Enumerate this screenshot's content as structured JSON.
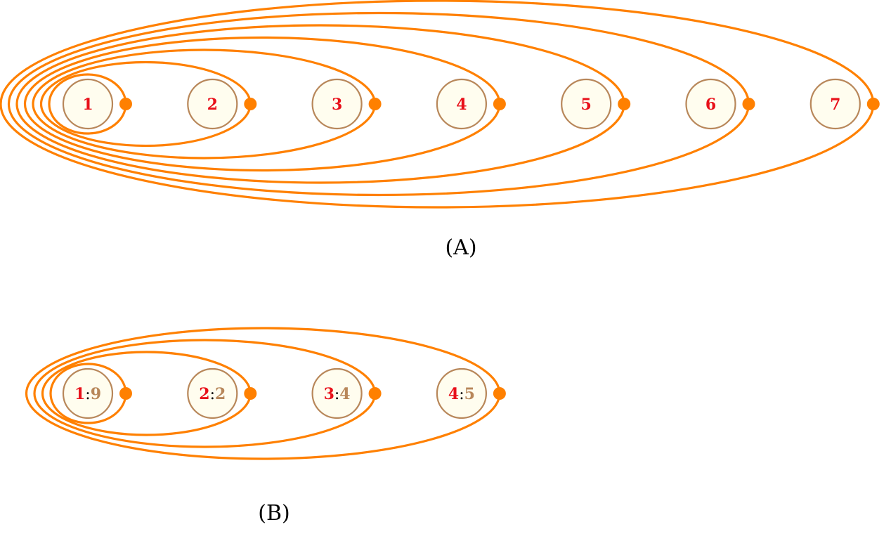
{
  "colors": {
    "loop": "#ff8000",
    "node_fill": "#fffdef",
    "node_stroke": "#b8875a",
    "label_primary": "#e8101a",
    "label_secondary": "#b8875a",
    "separator": "#000000"
  },
  "panel_a": {
    "caption": "(A)",
    "nodes": [
      {
        "label": "1"
      },
      {
        "label": "2"
      },
      {
        "label": "3"
      },
      {
        "label": "4"
      },
      {
        "label": "5"
      },
      {
        "label": "6"
      },
      {
        "label": "7"
      }
    ]
  },
  "panel_b": {
    "caption": "(B)",
    "nodes": [
      {
        "label": "1",
        "sep": ":",
        "value": "9"
      },
      {
        "label": "2",
        "sep": ":",
        "value": "2"
      },
      {
        "label": "3",
        "sep": ":",
        "value": "4"
      },
      {
        "label": "4",
        "sep": ":",
        "value": "5"
      }
    ]
  }
}
